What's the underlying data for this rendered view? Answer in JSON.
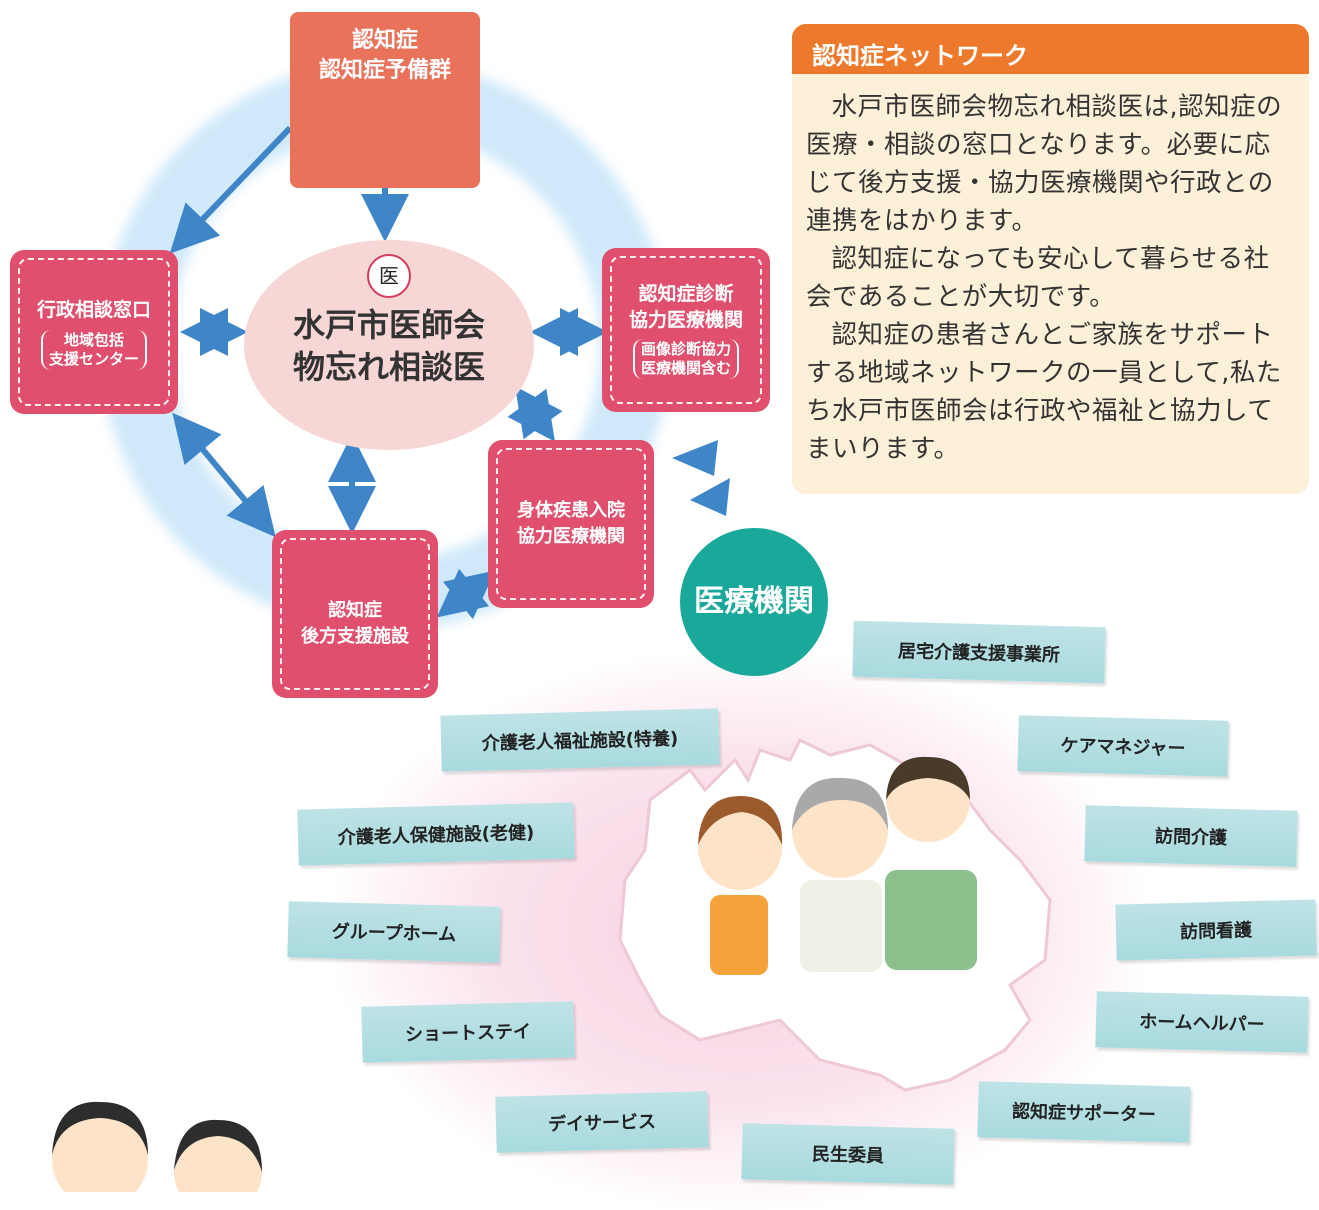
{
  "top_box": {
    "line1": "認知症",
    "line2": "認知症予備群"
  },
  "center": {
    "seal_char": "医",
    "line1": "水戸市医師会",
    "line2": "物忘れ相談医"
  },
  "left_box": {
    "title": "行政相談窓口",
    "sub1": "地域包括",
    "sub2": "支援センター"
  },
  "right_box": {
    "line1": "認知症診断",
    "line2": "協力医療機関",
    "sub1": "画像診断協力",
    "sub2": "医療機関含む"
  },
  "inpatient_box": {
    "line1": "身体疾患入院",
    "line2": "協力医療機関"
  },
  "backup_box": {
    "line1": "認知症",
    "line2": "後方支援施設"
  },
  "medical_circle": {
    "label": "医療機関"
  },
  "panel": {
    "title": "認知症ネットワーク",
    "p1": "水戸市医師会物忘れ相談医は,認知症の医療・相談の窓口となります。必要に応じて後方支援・協力医療機関や行政との連携をはかります。",
    "p2": "認知症になっても安心して暮らせる社会であることが大切です。",
    "p3": "認知症の患者さんとご家族をサポートする地域ネットワークの一員として,私たち水戸市医師会は行政や福祉と協力してまいります。"
  },
  "tags": {
    "kyotaku": "居宅介護支援事業所",
    "tokuyo": "介護老人福祉施設(特養)",
    "care_manager": "ケアマネジャー",
    "roken": "介護老人保健施設(老健)",
    "houmon_kaigo": "訪問介護",
    "group_home": "グループホーム",
    "houmon_kango": "訪問看護",
    "short_stay": "ショートステイ",
    "home_helper": "ホームヘルパー",
    "day_service": "デイサービス",
    "supporter": "認知症サポーター",
    "minsei": "民生委員"
  },
  "colors": {
    "pink_box": "#e0506e",
    "top_box": "#e8735a",
    "arrow": "#3f86c9",
    "teal": "#1aa89a",
    "panel_head": "#ed7a2c",
    "panel_bg": "#fdf0d8",
    "tag": "#b4dfe2"
  }
}
